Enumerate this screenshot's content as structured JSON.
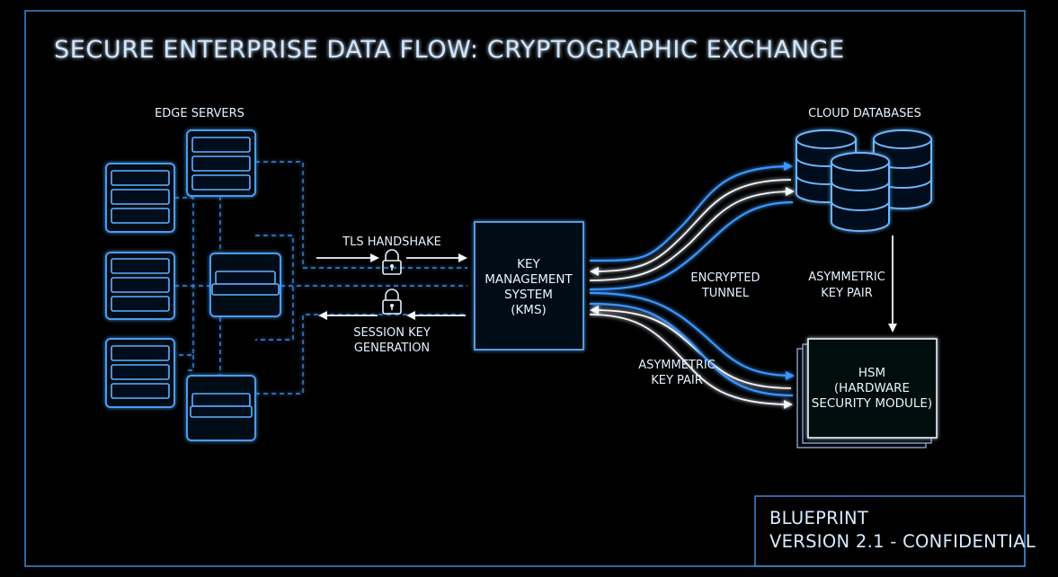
{
  "title": "SECURE ENTERPRISE DATA FLOW: CRYPTOGRAPHIC EXCHANGE",
  "labels": {
    "edge_servers": "EDGE SERVERS",
    "cloud_databases": "CLOUD DATABASES",
    "tls_handshake": "TLS HANDSHAKE",
    "session_key_line1": "SESSION KEY",
    "session_key_line2": "GENERATION",
    "encrypted_line1": "ENCRYPTED",
    "encrypted_line2": "TUNNEL",
    "asym_right_line1": "ASYMMETRIC",
    "asym_right_line2": "KEY PAIR",
    "asym_left_line1": "ASYMMETRIC",
    "asym_left_line2": "KEY PAIR"
  },
  "kms": {
    "line1": "KEY",
    "line2": "MANAGEMENT",
    "line3": "SYSTEM",
    "line4": "(KMS)"
  },
  "hsm": {
    "line1": "HSM",
    "line2": "(HARDWARE",
    "line3": "SECURITY MODULE)"
  },
  "blueprint": {
    "line1": "BLUEPRINT",
    "line2": "VERSION 2.1 - CONFIDENTIAL"
  },
  "icons": [
    "server-icon",
    "lock-icon",
    "database-icon",
    "arrow-icon"
  ],
  "colors": {
    "background": "#000000",
    "frame": "#3f7fc4",
    "accent_blue": "#3a95ff",
    "line_white": "#f2f7ff"
  }
}
